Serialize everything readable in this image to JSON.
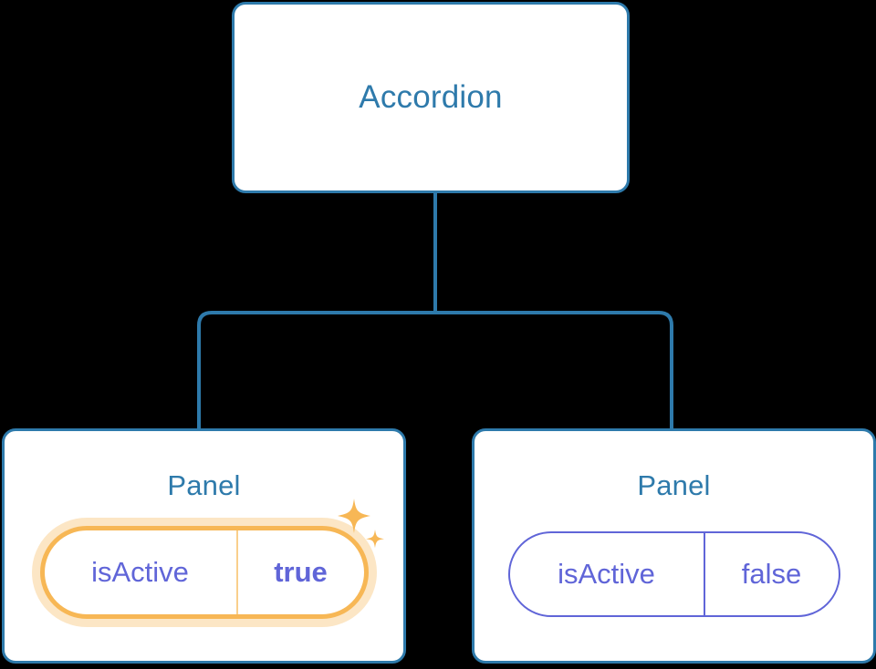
{
  "diagram": {
    "type": "component-tree",
    "root": {
      "label": "Accordion"
    },
    "children": [
      {
        "label": "Panel",
        "highlighted": true,
        "prop": {
          "key": "isActive",
          "value": "true"
        },
        "decoration": "sparkles-icon"
      },
      {
        "label": "Panel",
        "highlighted": false,
        "prop": {
          "key": "isActive",
          "value": "false"
        }
      }
    ]
  },
  "colors": {
    "node_border": "#2E7AAB",
    "node_fill": "#FFFFFF",
    "node_text": "#2E7AAB",
    "connector": "#2E7AAB",
    "prop_text": "#6065D8",
    "prop_border": "#6065D8",
    "highlight_ring": "#F7B755",
    "highlight_glow": "#FAE0B5",
    "highlight_divider": "#F9CF8C",
    "sparkle": "#F7B755",
    "background": "#000000"
  }
}
